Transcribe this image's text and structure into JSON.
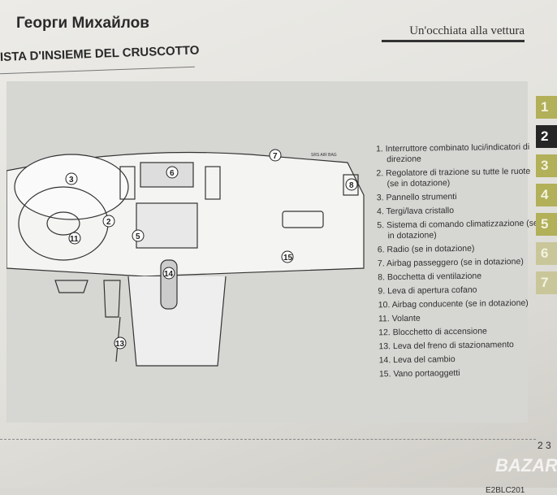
{
  "overlay_name": "Георги Михайлов",
  "header": "Un'occhiata alla vettura",
  "title": "ISTA D'INSIEME DEL CRUSCOTTO",
  "figure_labels": {
    "airbag_text": "SRS AIR BAG"
  },
  "legend": [
    "1. Interruttore combinato luci/indicatori di direzione",
    "2. Regolatore di trazione su tutte le ruote (se in dotazione)",
    "3. Pannello strumenti",
    "4. Tergi/lava cristallo",
    "5. Sistema di comando climatizzazione (se in dotazione)",
    "6. Radio (se in dotazione)",
    "7. Airbag passeggero (se in dotazione)",
    "8. Bocchetta di ventilazione",
    "9. Leva di apertura cofano",
    "10. Airbag conducente (se in dotazione)",
    "11. Volante",
    "12. Blocchetto di accensione",
    "13. Leva del freno di stazionamento",
    "14. Leva del cambio",
    "15. Vano portaoggetti"
  ],
  "figure_code": "E2BLC201",
  "tabs": [
    "1",
    "2",
    "3",
    "4",
    "5",
    "6",
    "7"
  ],
  "active_tab": "2",
  "page_number": "2 3",
  "watermark": "BAZAR",
  "colors": {
    "tab": "#b2b058",
    "tab_active": "#262626"
  }
}
